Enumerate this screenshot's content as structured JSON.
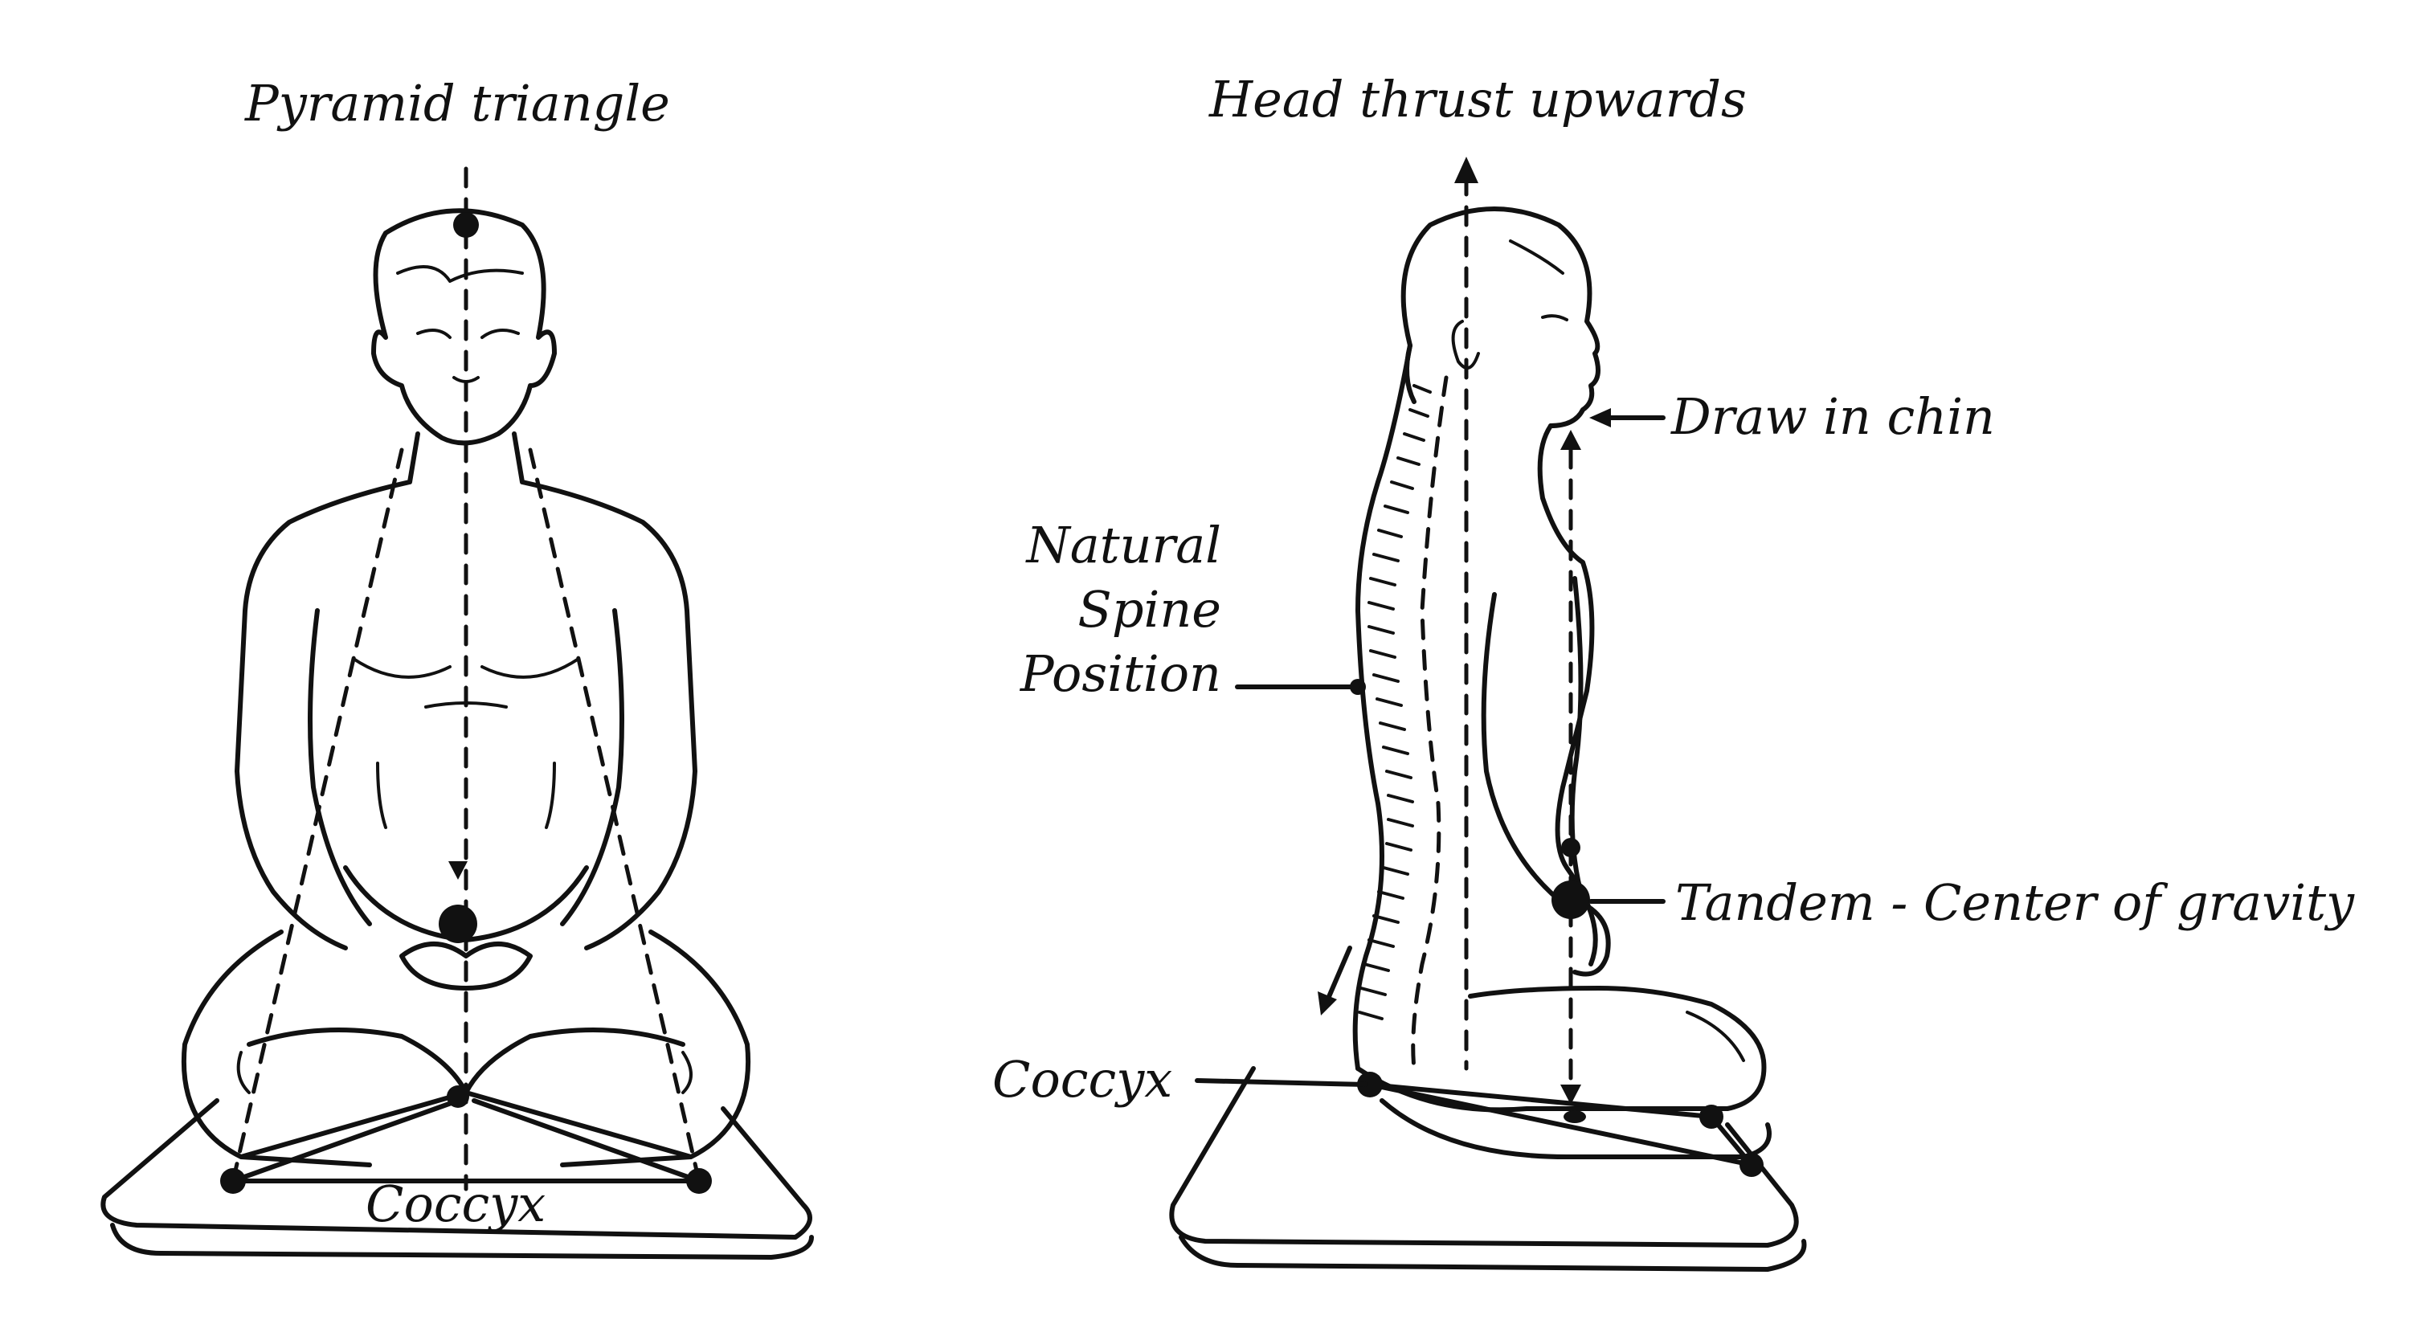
{
  "front_view": {
    "title": "Pyramid triangle",
    "base_label": "Coccyx"
  },
  "side_view": {
    "title": "Head thrust upwards",
    "chin_label": "Draw in chin",
    "spine_label_lines": [
      "Natural",
      "Spine",
      "Position"
    ],
    "gravity_label": "Tandem - Center of gravity",
    "coccyx_label": "Coccyx"
  },
  "colors": {
    "ink": "#111111",
    "background": "#ffffff"
  }
}
